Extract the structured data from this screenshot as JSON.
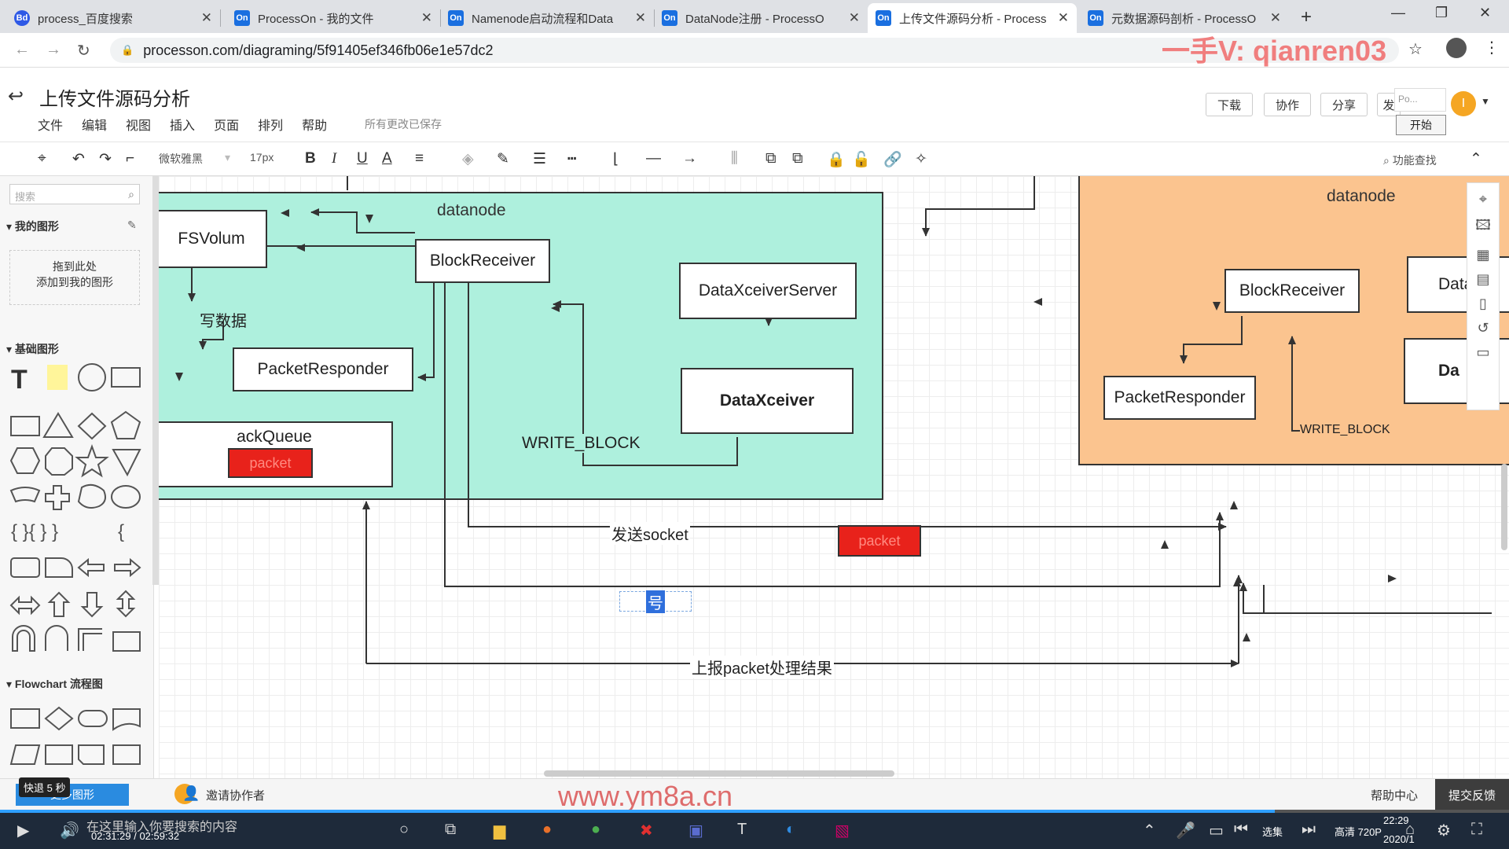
{
  "browser": {
    "tabs": [
      {
        "favicon": "Bd",
        "title": "process_百度搜索"
      },
      {
        "favicon": "On",
        "title": "ProcessOn - 我的文件"
      },
      {
        "favicon": "On",
        "title": "Namenode启动流程和Data"
      },
      {
        "favicon": "On",
        "title": "DataNode注册 - ProcessO"
      },
      {
        "favicon": "On",
        "title": "上传文件源码分析 - Process"
      },
      {
        "favicon": "On",
        "title": "元数据源码剖析 - ProcessO"
      }
    ],
    "url": "processon.com/diagraming/5f91405ef346fb06e1e57dc2",
    "watermark": "一手V: qianren03"
  },
  "app": {
    "title": "上传文件源码分析",
    "menu": [
      "文件",
      "编辑",
      "视图",
      "插入",
      "页面",
      "排列",
      "帮助"
    ],
    "save_status": "所有更改已保存",
    "buttons": {
      "download": "下载",
      "collab": "协作",
      "share": "分享",
      "publish": "发"
    },
    "popup_text": "Po...",
    "start_button": "开始",
    "avatar_letter": "I"
  },
  "toolbar": {
    "font_family": "微软雅黑",
    "font_size": "17px",
    "find_function": "功能查找"
  },
  "left_panel": {
    "search_placeholder": "搜索",
    "my_shapes": "我的图形",
    "dropzone_line1": "拖到此处",
    "dropzone_line2": "添加到我的图形",
    "basic_shapes": "基础图形",
    "flowchart": "Flowchart 流程图",
    "more_shapes": "更多图形",
    "seek_hint": "快退 5 秒"
  },
  "diagram": {
    "left_container_label": "datanode",
    "right_container_label": "datanode",
    "fsvolum": "FSVolum",
    "block_receiver": "BlockReceiver",
    "dx_server": "DataXceiverServer",
    "dx": "DataXceiver",
    "packet_responder": "PacketResponder",
    "ack_queue": "ackQueue",
    "packet": "packet",
    "write_data": "写数据",
    "write_block": "WRITE_BLOCK",
    "send_socket": "发送socket",
    "edit_text": "号",
    "report": "上报packet处理结果",
    "right_block_receiver": "BlockReceiver",
    "right_packet_responder": "PacketResponder",
    "right_write_block": "WRITE_BLOCK",
    "right_data_partial": "DataX",
    "right_da_partial": "Da"
  },
  "bottom_bar": {
    "invite": "邀请协作者",
    "site_watermark": "www.ym8a.cn",
    "help_center": "帮助中心",
    "feedback": "提交反馈"
  },
  "player": {
    "search_hint": "在这里输入你要搜索的内容",
    "time": "02:31:29 / 02:59:32",
    "episodes": "选集",
    "quality": "高清 720P",
    "clock": "22:29",
    "date": "2020/1",
    "progress": 0.845
  }
}
